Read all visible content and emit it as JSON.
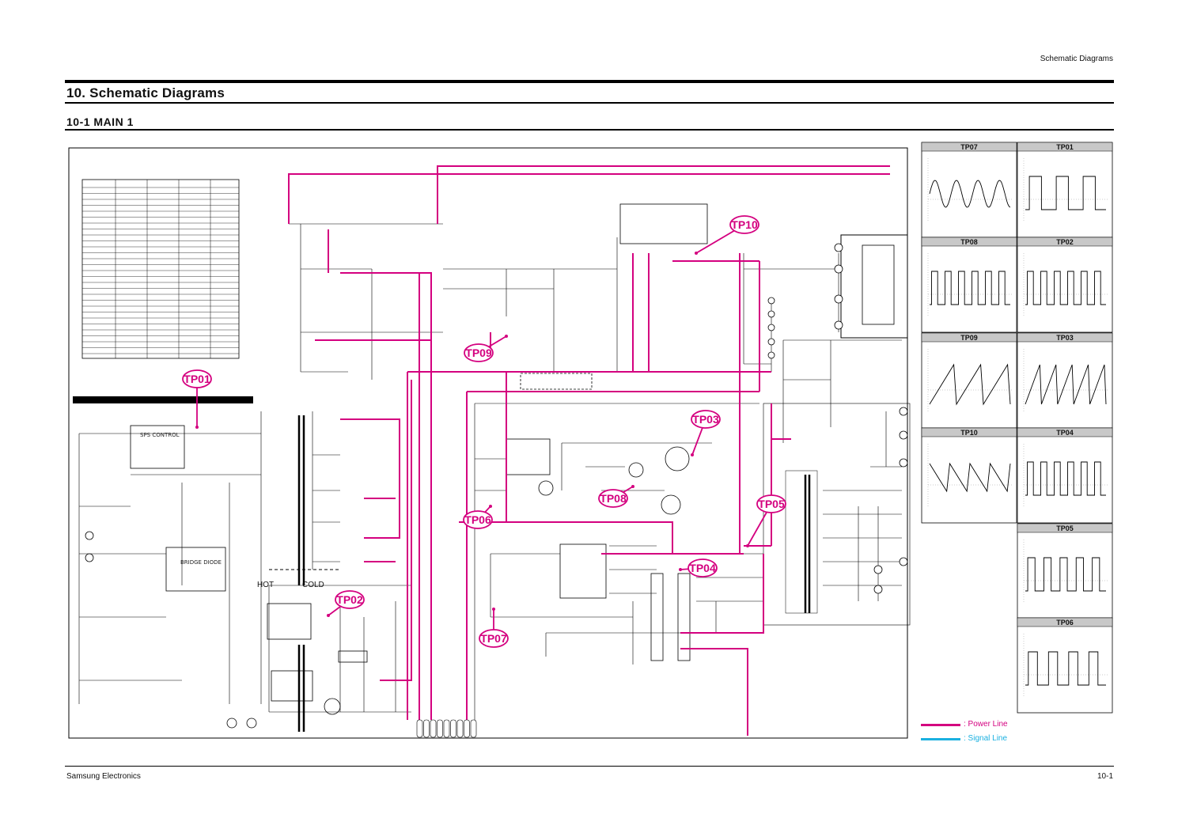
{
  "header": {
    "right_text": "Schematic Diagrams",
    "title": "10. Schematic Diagrams",
    "subtitle": "10-1 MAIN 1"
  },
  "footer": {
    "left": "Samsung Electronics",
    "right": "10-1"
  },
  "test_points": [
    "TP01",
    "TP02",
    "TP03",
    "TP04",
    "TP05",
    "TP06",
    "TP07",
    "TP08",
    "TP09",
    "TP10"
  ],
  "waveforms": [
    {
      "label": "TP07"
    },
    {
      "label": "TP01"
    },
    {
      "label": "TP08"
    },
    {
      "label": "TP02"
    },
    {
      "label": "TP09"
    },
    {
      "label": "TP03"
    },
    {
      "label": "TP10"
    },
    {
      "label": "TP04"
    },
    {
      "label": "TP05"
    },
    {
      "label": "TP06"
    }
  ],
  "schematic_labels": {
    "hot": "HOT",
    "cold": "COLD",
    "sps_control": "SPS CONTROL",
    "bridge_diode": "BRIDGE DIODE"
  },
  "legend": {
    "power_line": ": Power Line",
    "signal_line": ": Signal Line",
    "power_color": "#d4007f",
    "signal_color": "#1ab0e0"
  }
}
